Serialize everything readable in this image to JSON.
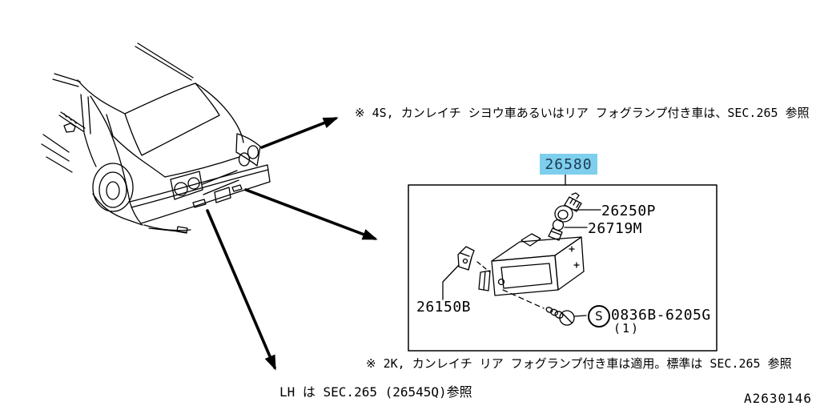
{
  "diagram": {
    "code": "A2630146",
    "type": "rear-fog-lamp-parts-diagram"
  },
  "colors": {
    "line": "#000000",
    "background": "#ffffff",
    "highlight": "#7ecfee",
    "highlight_text": "#1d3a52"
  },
  "notes": {
    "top": "※ 4S, カンレイチ シヨウ車あるいはリア フォグランプ付き車は、SEC.265 参照",
    "bottom": "※ 2K, カンレイチ リア フォグランプ付き車は適用。標準は SEC.265 参照",
    "lh": "LH は SEC.265 (26545Q)参照"
  },
  "parts": {
    "main_assembly": {
      "number": "26580",
      "highlighted": true
    },
    "socket": {
      "number": "26250P"
    },
    "bulb": {
      "number": "26719M"
    },
    "bracket": {
      "number": "26150B"
    },
    "screw": {
      "prefix": "S",
      "number": "0836B-6205G",
      "quantity": "(1)"
    }
  }
}
